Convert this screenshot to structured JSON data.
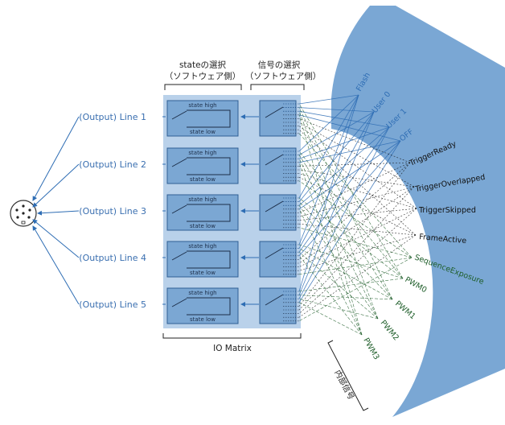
{
  "headers": {
    "state_select": "stateの選択",
    "state_select_sub": "（ソフトウェア側）",
    "signal_select": "信号の選択",
    "signal_select_sub": "（ソフトウェア側）"
  },
  "lines": [
    {
      "label": "(Output) Line 1",
      "state_high": "state high",
      "state_low": "state low"
    },
    {
      "label": "(Output) Line 2",
      "state_high": "state high",
      "state_low": "state low"
    },
    {
      "label": "(Output) Line 3",
      "state_high": "state high",
      "state_low": "state low"
    },
    {
      "label": "(Output) Line 4",
      "state_high": "state high",
      "state_low": "state low"
    },
    {
      "label": "(Output) Line 5",
      "state_high": "state high",
      "state_low": "state low"
    }
  ],
  "signals": [
    {
      "name": "Flash",
      "color": "#2e6db4"
    },
    {
      "name": "User 0",
      "color": "#2e6db4"
    },
    {
      "name": "User 1",
      "color": "#2e6db4"
    },
    {
      "name": "OFF",
      "color": "#2e6db4"
    },
    {
      "name": "TriggerReady",
      "color": "#111111"
    },
    {
      "name": "TriggerOverlapped",
      "color": "#111111"
    },
    {
      "name": "TriggerSkipped",
      "color": "#111111"
    },
    {
      "name": "FrameActive",
      "color": "#111111"
    },
    {
      "name": "SequenceExposure",
      "color": "#1f5e2a"
    },
    {
      "name": "PWM0",
      "color": "#1f5e2a"
    },
    {
      "name": "PWM1",
      "color": "#1f5e2a"
    },
    {
      "name": "PWM2",
      "color": "#1f5e2a"
    },
    {
      "name": "PWM3",
      "color": "#1f5e2a"
    }
  ],
  "io_matrix_label": "IO Matrix",
  "internal_signal_label": "内部信号",
  "colors": {
    "fan": "#7aa7d4",
    "matrix_bg": "#b9d1ea",
    "box_fill": "#7ba7d3",
    "box_stroke": "#2f5f94",
    "blue": "#2e6db4",
    "black": "#111111",
    "green": "#1f5e2a"
  },
  "icons": {
    "connector": "connector-icon"
  }
}
